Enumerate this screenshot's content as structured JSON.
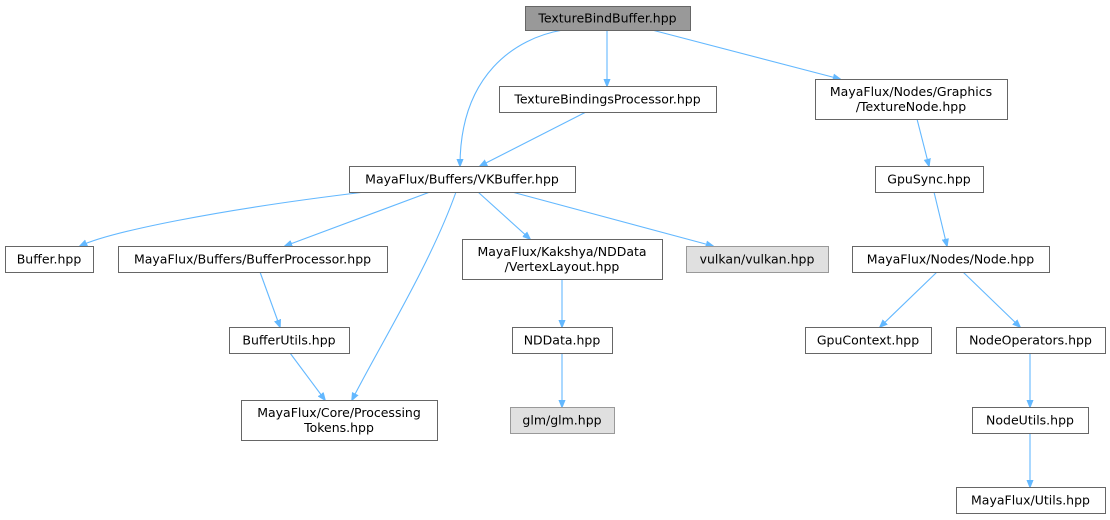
{
  "colors": {
    "edge": "#63b8ff",
    "node_border": "#666666",
    "node_fill": "#ffffff",
    "root_fill": "#999999",
    "external_fill": "#e0e0e0",
    "external_border": "#999999",
    "background": "#ffffff"
  },
  "nodes": [
    {
      "id": "root",
      "kind": "root",
      "lines": [
        "TextureBindBuffer.hpp"
      ]
    },
    {
      "id": "tbp",
      "kind": "normal",
      "lines": [
        "TextureBindingsProcessor.hpp"
      ]
    },
    {
      "id": "texnode",
      "kind": "normal",
      "lines": [
        "MayaFlux/Nodes/Graphics",
        "/TextureNode.hpp"
      ]
    },
    {
      "id": "vkbuf",
      "kind": "normal",
      "lines": [
        "MayaFlux/Buffers/VKBuffer.hpp"
      ]
    },
    {
      "id": "gpusync",
      "kind": "normal",
      "lines": [
        "GpuSync.hpp"
      ]
    },
    {
      "id": "buffer",
      "kind": "normal",
      "lines": [
        "Buffer.hpp"
      ]
    },
    {
      "id": "bufproc",
      "kind": "normal",
      "lines": [
        "MayaFlux/Buffers/BufferProcessor.hpp"
      ]
    },
    {
      "id": "vertexlayout",
      "kind": "normal",
      "lines": [
        "MayaFlux/Kakshya/NDData",
        "/VertexLayout.hpp"
      ]
    },
    {
      "id": "vulkan",
      "kind": "external",
      "lines": [
        "vulkan/vulkan.hpp"
      ]
    },
    {
      "id": "node",
      "kind": "normal",
      "lines": [
        "MayaFlux/Nodes/Node.hpp"
      ]
    },
    {
      "id": "bufutils",
      "kind": "normal",
      "lines": [
        "BufferUtils.hpp"
      ]
    },
    {
      "id": "nddata",
      "kind": "normal",
      "lines": [
        "NDData.hpp"
      ]
    },
    {
      "id": "gpucontext",
      "kind": "normal",
      "lines": [
        "GpuContext.hpp"
      ]
    },
    {
      "id": "nodeops",
      "kind": "normal",
      "lines": [
        "NodeOperators.hpp"
      ]
    },
    {
      "id": "proctokens",
      "kind": "normal",
      "lines": [
        "MayaFlux/Core/Processing",
        "Tokens.hpp"
      ]
    },
    {
      "id": "glm",
      "kind": "external",
      "lines": [
        "glm/glm.hpp"
      ]
    },
    {
      "id": "nodeutils",
      "kind": "normal",
      "lines": [
        "NodeUtils.hpp"
      ]
    },
    {
      "id": "utils",
      "kind": "normal",
      "lines": [
        "MayaFlux/Utils.hpp"
      ]
    }
  ],
  "edges": [
    {
      "from": "root",
      "to": "vkbuf"
    },
    {
      "from": "root",
      "to": "tbp"
    },
    {
      "from": "root",
      "to": "texnode"
    },
    {
      "from": "tbp",
      "to": "vkbuf"
    },
    {
      "from": "texnode",
      "to": "gpusync"
    },
    {
      "from": "vkbuf",
      "to": "buffer"
    },
    {
      "from": "vkbuf",
      "to": "bufproc"
    },
    {
      "from": "vkbuf",
      "to": "proctokens"
    },
    {
      "from": "vkbuf",
      "to": "vertexlayout"
    },
    {
      "from": "vkbuf",
      "to": "vulkan"
    },
    {
      "from": "gpusync",
      "to": "node"
    },
    {
      "from": "bufproc",
      "to": "bufutils"
    },
    {
      "from": "bufutils",
      "to": "proctokens"
    },
    {
      "from": "vertexlayout",
      "to": "nddata"
    },
    {
      "from": "nddata",
      "to": "glm"
    },
    {
      "from": "node",
      "to": "gpucontext"
    },
    {
      "from": "node",
      "to": "nodeops"
    },
    {
      "from": "nodeops",
      "to": "nodeutils"
    },
    {
      "from": "nodeutils",
      "to": "utils"
    }
  ]
}
